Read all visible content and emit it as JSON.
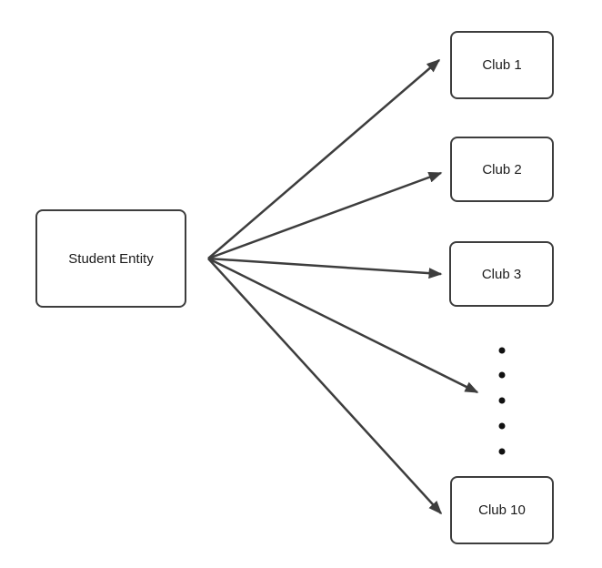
{
  "diagram": {
    "background_color": "#ffffff",
    "stroke_color": "#3d3d3d",
    "text_color": "#1a1a1a",
    "dot_color": "#111111",
    "source_node": {
      "label": "Student Entity"
    },
    "club_nodes": [
      {
        "label": "Club 1"
      },
      {
        "label": "Club 2"
      },
      {
        "label": "Club 3"
      },
      {
        "label": "Club 10"
      }
    ],
    "ellipsis": {
      "dot_count": 5
    },
    "edges": [
      {
        "from": "Student Entity",
        "to": "Club 1"
      },
      {
        "from": "Student Entity",
        "to": "Club 2"
      },
      {
        "from": "Student Entity",
        "to": "Club 3"
      },
      {
        "from": "Student Entity",
        "to": "ellipsis"
      },
      {
        "from": "Student Entity",
        "to": "Club 10"
      }
    ]
  }
}
